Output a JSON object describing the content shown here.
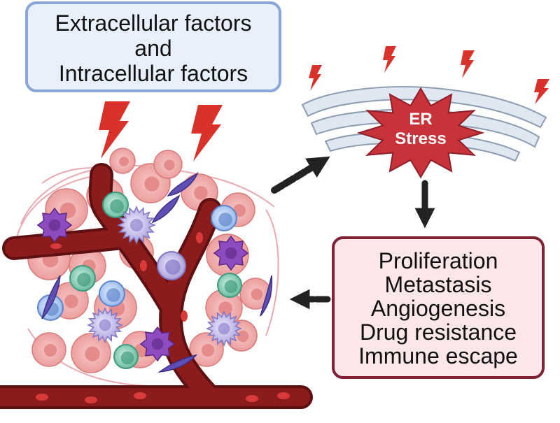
{
  "factors_box": {
    "lines": [
      "Extracellular factors",
      "and",
      "Intracellular factors"
    ]
  },
  "er_stress": {
    "lines": [
      "ER",
      "Stress"
    ]
  },
  "outcomes_box": {
    "lines": [
      "Proliferation",
      "Metastasis",
      "Angiogenesis",
      "Drug resistance",
      "Immune escape"
    ]
  },
  "colors": {
    "factors_box_fill": "#e8f0fb",
    "factors_box_border": "#8aa6d6",
    "outcomes_box_fill": "#fbe6ea",
    "outcomes_box_border": "#7e2336",
    "lightning": "#d8322b",
    "er_star": "#c8323a",
    "er_membrane": "#dfe7f1",
    "vessel": "#8c1c1c",
    "arrow": "#222222"
  },
  "icons": [
    "lightning-bolt-icon",
    "endoplasmic-reticulum-icon",
    "tumor-microenvironment-icon",
    "blood-vessel-icon",
    "arrow-icon"
  ]
}
